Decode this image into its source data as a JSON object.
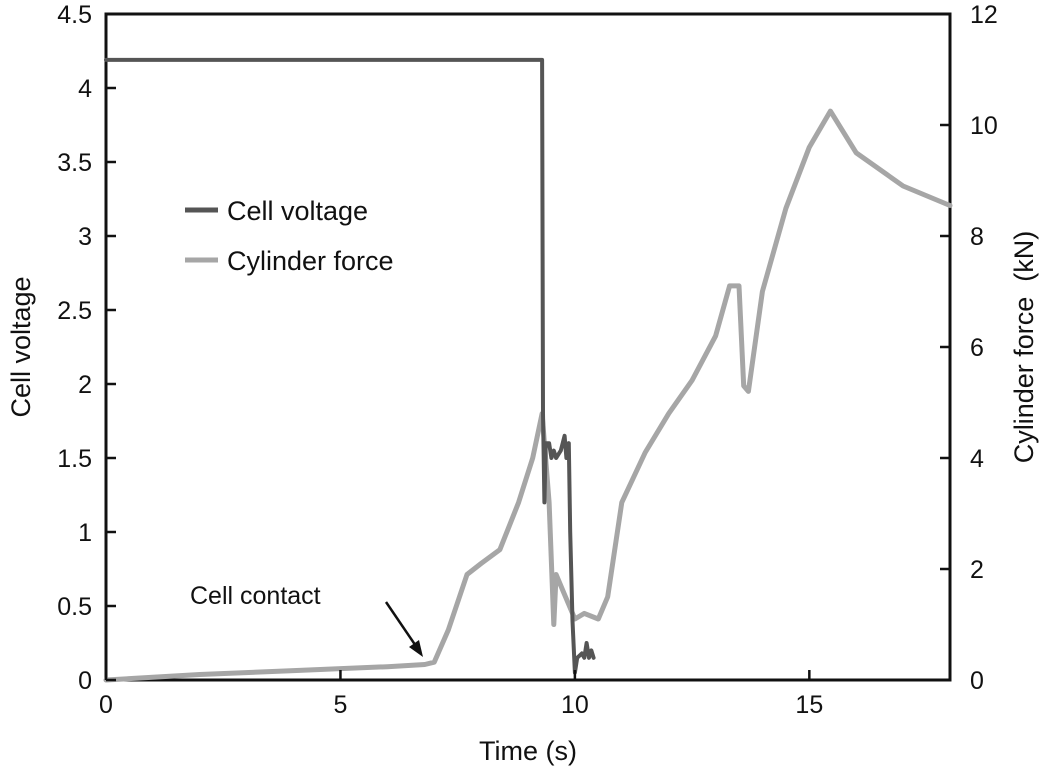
{
  "chart_data": {
    "type": "line",
    "title": "",
    "xlabel": "Time (s)",
    "ylabel": "Cell voltage",
    "y2label": "Cylinder force (kN)",
    "xlim": [
      0,
      18
    ],
    "ylim": [
      0,
      4.5
    ],
    "y2lim": [
      0,
      12
    ],
    "xticks": [
      "0",
      "5",
      "10",
      "15"
    ],
    "yticks": [
      "0",
      "0.5",
      "1",
      "1.5",
      "2",
      "2.5",
      "3",
      "3.5",
      "4",
      "4.5"
    ],
    "y2ticks": [
      "0",
      "2",
      "4",
      "6",
      "8",
      "10",
      "12"
    ],
    "grid": false,
    "legend_position": "upper-left-inside",
    "series": [
      {
        "name": "Cell voltage",
        "axis": "left",
        "color": "#555555",
        "x": [
          0,
          9.3,
          9.32,
          9.35,
          9.38,
          9.45,
          9.5,
          9.55,
          9.6,
          9.7,
          9.78,
          9.82,
          9.87,
          9.9,
          9.95,
          10.0,
          10.05,
          10.15,
          10.2,
          10.25,
          10.3,
          10.35,
          10.4
        ],
        "values": [
          4.19,
          4.19,
          1.8,
          1.2,
          1.6,
          1.6,
          1.5,
          1.55,
          1.5,
          1.55,
          1.65,
          1.5,
          1.6,
          1.0,
          0.4,
          0.05,
          0.15,
          0.18,
          0.15,
          0.25,
          0.15,
          0.2,
          0.15
        ]
      },
      {
        "name": "Cylinder force",
        "axis": "right",
        "color": "#a6a6a6",
        "x": [
          0,
          2,
          4,
          6,
          6.8,
          7.0,
          7.3,
          7.7,
          8.0,
          8.4,
          8.8,
          9.1,
          9.3,
          9.45,
          9.55,
          9.6,
          9.8,
          10.0,
          10.2,
          10.5,
          10.7,
          11.0,
          11.5,
          12.0,
          12.5,
          13.0,
          13.3,
          13.5,
          13.6,
          13.7,
          14.0,
          14.5,
          15.0,
          15.45,
          16.0,
          17.0,
          18.0
        ],
        "values": [
          0,
          0.1,
          0.17,
          0.24,
          0.28,
          0.32,
          0.9,
          1.9,
          2.1,
          2.35,
          3.2,
          4.0,
          4.8,
          3.2,
          1.0,
          1.9,
          1.5,
          1.1,
          1.2,
          1.1,
          1.5,
          3.2,
          4.1,
          4.8,
          5.4,
          6.2,
          7.1,
          7.1,
          5.3,
          5.2,
          7.0,
          8.5,
          9.6,
          10.25,
          9.5,
          8.9,
          8.55
        ]
      }
    ],
    "annotations": [
      {
        "text": "Cell contact",
        "arrow_to": {
          "x": 6.8,
          "y2": 0.3
        }
      }
    ]
  },
  "legend": {
    "items": [
      {
        "label": "Cell voltage",
        "color": "#555555"
      },
      {
        "label": "Cylinder force",
        "color": "#a6a6a6"
      }
    ]
  },
  "axes": {
    "x_title": "Time (s)",
    "y_title": "Cell voltage",
    "y2_title": "Cylinder force  (kN)"
  },
  "annotation": {
    "label": "Cell contact"
  }
}
